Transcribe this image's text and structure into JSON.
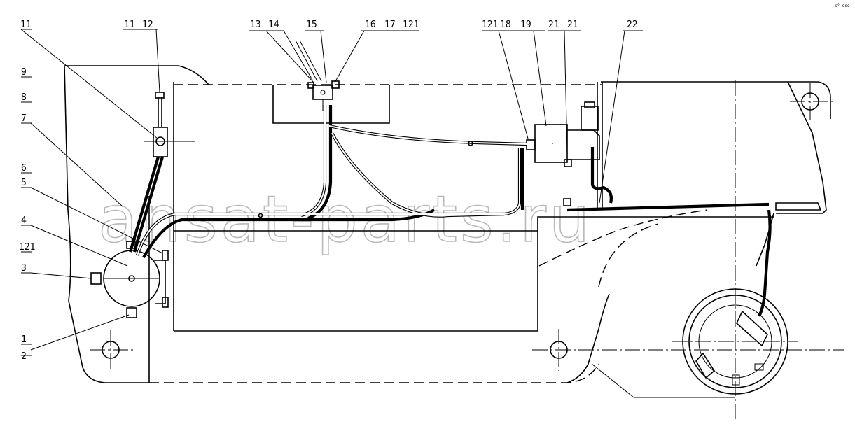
{
  "drawing": {
    "watermark": "ansat-parts.ru",
    "corner_mark": "c° ooo",
    "callouts": {
      "c11_top_left": "11",
      "c11_pair": "11",
      "c12_pair": "12",
      "c9": "9",
      "c8": "8",
      "c7": "7",
      "c6": "6",
      "c5": "5",
      "c4": "4",
      "c121_left": "121",
      "c3": "3",
      "c1": "1",
      "c2": "2",
      "c13": "13",
      "c14": "14",
      "c15": "15",
      "c16": "16",
      "c17": "17",
      "c121_top_mid": "121",
      "c121_top_right": "121",
      "c18": "18",
      "c19": "19",
      "c21_a": "21",
      "c21_b": "21",
      "c22": "22"
    }
  }
}
